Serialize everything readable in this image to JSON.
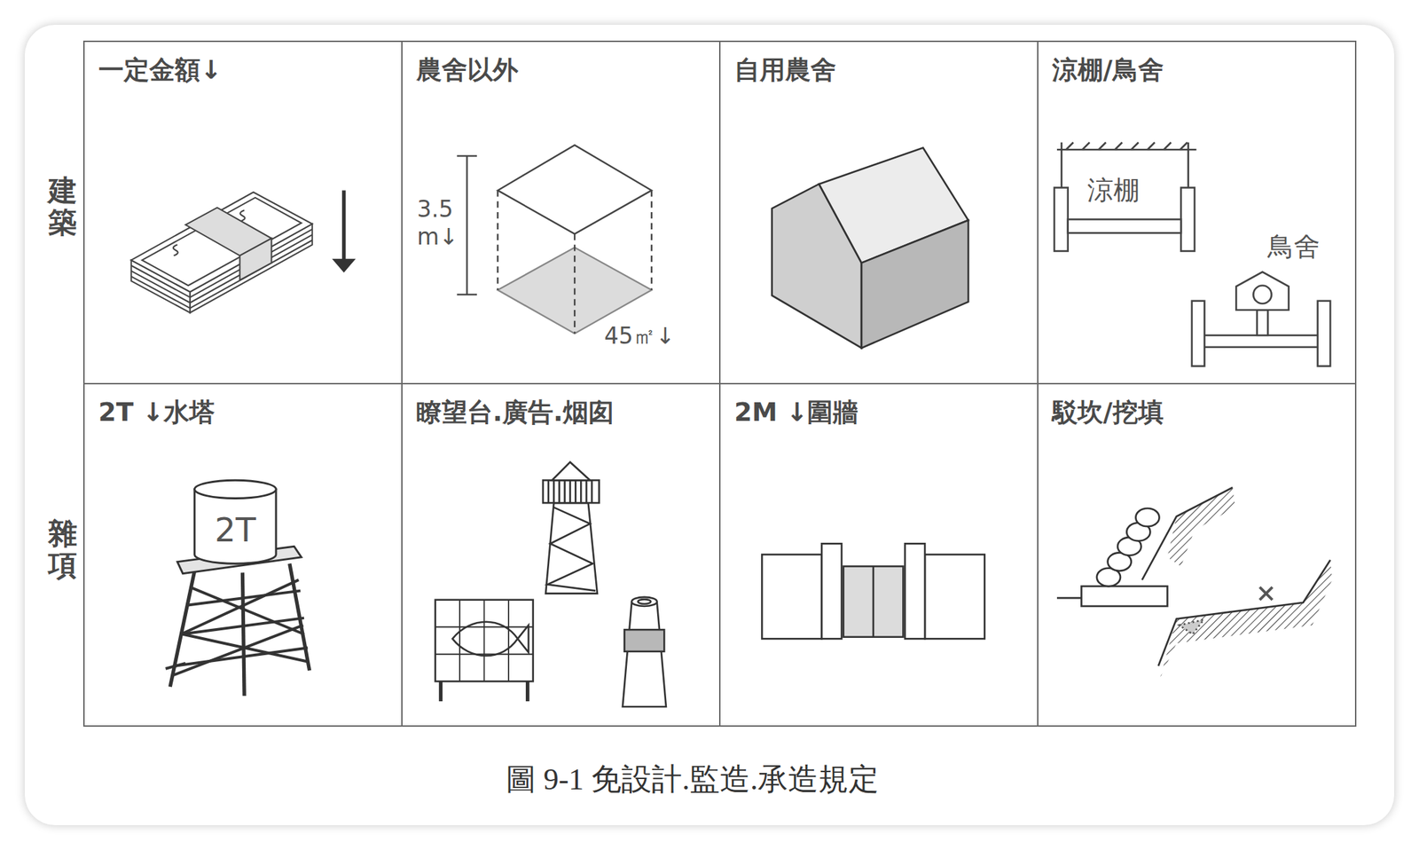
{
  "diagram": {
    "caption": "圖 9-1 免設計.監造.承造規定",
    "nodes": [
      {
        "text": [
          "一定金額↓"
        ]
      },
      {
        "text": [
          "農舍以外"
        ]
      },
      {
        "text": [
          "自用農舍"
        ]
      },
      {
        "text": [
          "涼棚/鳥舍"
        ]
      },
      {
        "text": [
          "2T ↓水塔"
        ]
      },
      {
        "text": [
          "瞭望台.廣告.烟囱"
        ]
      },
      {
        "text": [
          "2M ↓圍牆"
        ]
      },
      {
        "text": [
          "駁坎/挖填"
        ]
      }
    ],
    "labels": [
      "建築",
      "雜項",
      "3.5 m↓",
      "45㎡↓",
      "涼棚",
      "鳥舍",
      "2T"
    ]
  }
}
